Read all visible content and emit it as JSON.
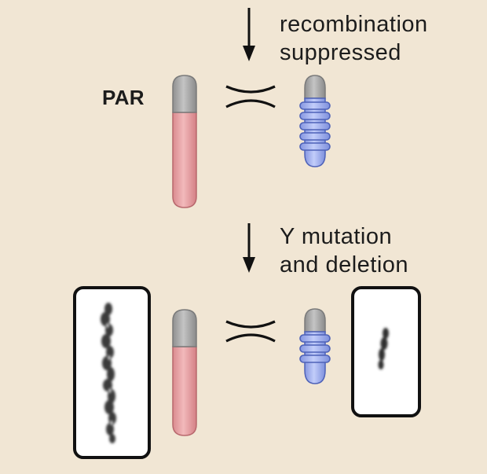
{
  "labels": {
    "step1_line1": "recombination",
    "step1_line2": "suppressed",
    "par": "PAR",
    "step2_line1": "Y mutation",
    "step2_line2": "and deletion"
  },
  "colors": {
    "background": "#f1e6d4",
    "x_chromosome_body": "#e8a3a6",
    "x_chromosome_outline": "#b8686d",
    "par_region": "#a9a9a9",
    "y_chromosome_body": "#9fb0f0",
    "y_chromosome_outline": "#4e62b8",
    "micrograph_frame": "#111111"
  }
}
